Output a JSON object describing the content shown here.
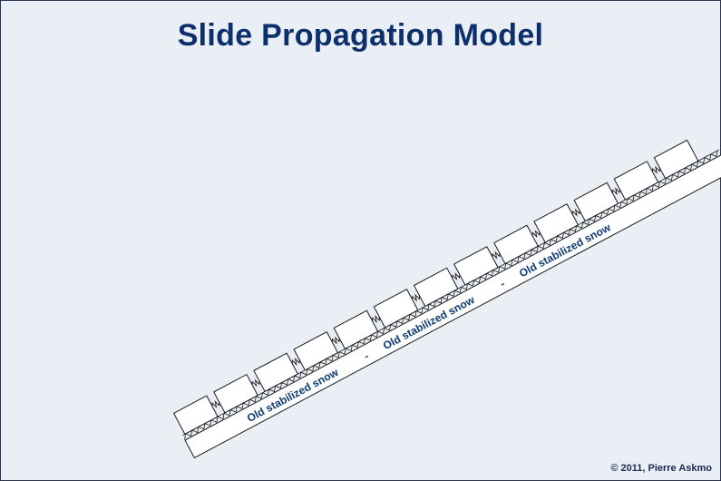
{
  "title": "Slide Propagation Model",
  "copyright": "© 2011,  Pierre Askmo",
  "base_layer": {
    "labels": [
      "Old stabilized snow",
      "Old stabilized snow",
      "Old stabilized snow"
    ],
    "separators": [
      "-",
      "-"
    ]
  },
  "slab_blocks": {
    "count": 13
  },
  "colors": {
    "background": "#eaeef5",
    "title": "#0d2f6b",
    "label": "#0d3b73",
    "block_fill": "#ffffff",
    "outline": "#1a1a1a"
  }
}
